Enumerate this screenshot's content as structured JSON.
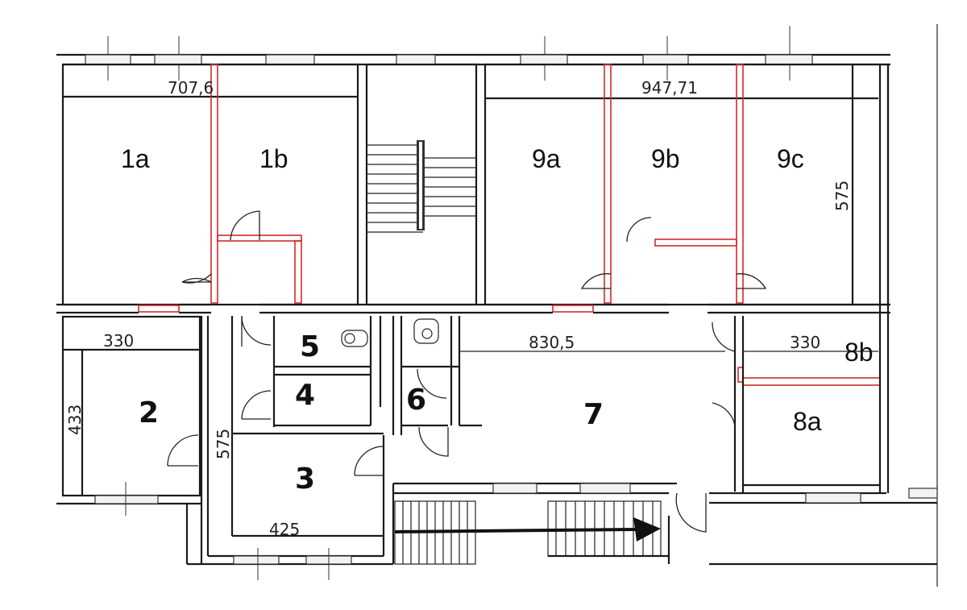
{
  "rooms": {
    "r1a": "1a",
    "r1b": "1b",
    "r2": "2",
    "r3": "3",
    "r4": "4",
    "r5": "5",
    "r6": "6",
    "r7": "7",
    "r8a": "8a",
    "r8b": "8b",
    "r9a": "9a",
    "r9b": "9b",
    "r9c": "9c"
  },
  "dimensions": {
    "top_left": "707,6",
    "top_right": "947,71",
    "right_height": "575",
    "left_room_width": "330",
    "left_room_height": "433",
    "corridor_height": "575",
    "bottom_width": "425",
    "corridor_width": "830,5",
    "right_room_width": "330"
  },
  "colors": {
    "walls": "#1a1a1a",
    "new_partitions": "#d42a2a",
    "arrow": "#111111"
  }
}
